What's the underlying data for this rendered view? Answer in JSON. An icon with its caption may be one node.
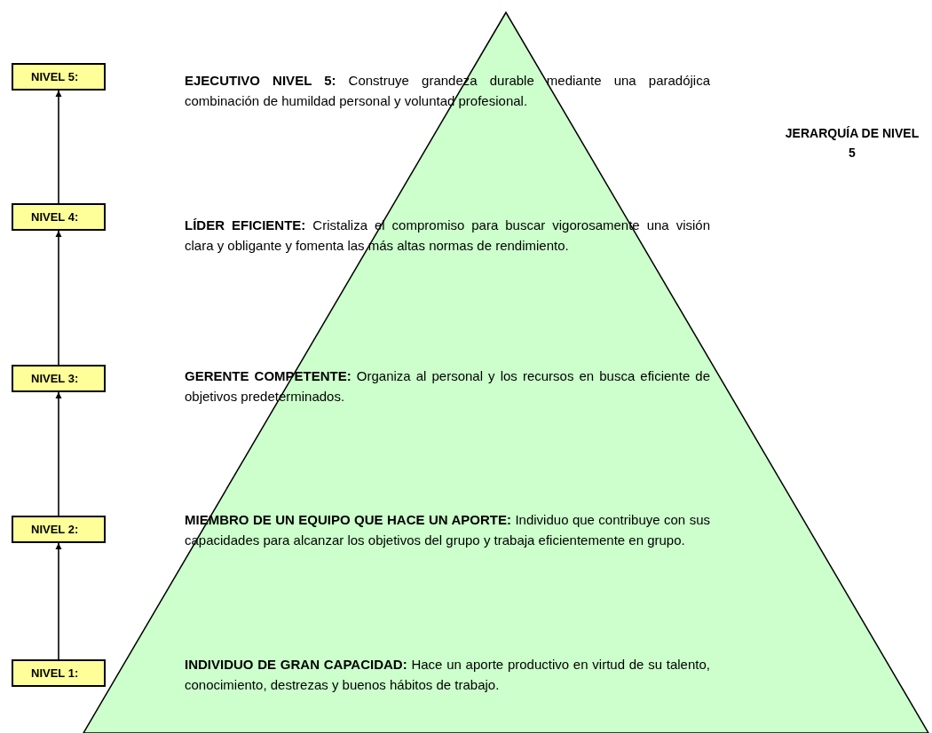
{
  "diagram": {
    "title": "JERARQUÍA DE NIVEL 5",
    "nodes": [
      {
        "text": [
          "NIVEL 5:"
        ]
      },
      {
        "text": [
          "NIVEL 4:"
        ]
      },
      {
        "text": [
          "NIVEL 3:"
        ]
      },
      {
        "text": [
          "NIVEL 2:"
        ]
      },
      {
        "text": [
          "NIVEL 1:"
        ]
      }
    ],
    "edges": [
      {
        "from": 1,
        "to": 0,
        "arrow": "to"
      },
      {
        "from": 2,
        "to": 1,
        "arrow": "to"
      },
      {
        "from": 3,
        "to": 2,
        "arrow": "to"
      },
      {
        "from": 4,
        "to": 3,
        "arrow": "to"
      }
    ],
    "labels": [
      "**EJECUTIVO NIVEL 5:** Construye grandeza durable mediante una paradójica combinación de humildad personal y voluntad profesional.",
      "**LÍDER EFICIENTE:** Cristaliza el compromiso para buscar vigorosamente una visión clara y obligante y fomenta las más altas normas de rendimiento.",
      "**GERENTE COMPETENTE:** Organiza al personal y los recursos en busca eficiente de objetivos predeterminados.",
      "**MIEMBRO DE UN EQUIPO QUE HACE UN APORTE:** Individuo que contribuye con sus capacidades para alcanzar los objetivos del grupo y trabaja eficientemente en grupo.",
      "**INDIVIDUO DE GRAN CAPACIDAD:** Hace un aporte productivo en virtud de su talento, conocimiento, destrezas y buenos hábitos de trabajo."
    ]
  }
}
